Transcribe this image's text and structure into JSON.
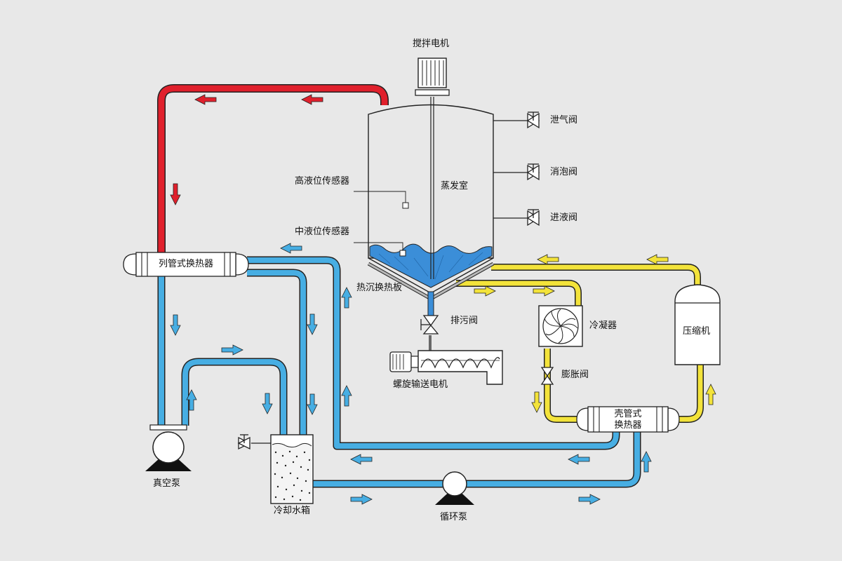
{
  "labels": {
    "stirrer_motor": "搅拌电机",
    "evaporation_chamber": "蒸发室",
    "high_level_sensor": "高液位传感器",
    "mid_level_sensor": "中液位传感器",
    "heat_sink_plate": "热沉换热板",
    "vent_valve": "泄气阀",
    "defoam_valve": "消泡阀",
    "inlet_valve": "进液阀",
    "drain_valve": "排污阀",
    "screw_motor": "螺旋输送电机",
    "condenser": "冷凝器",
    "expansion_valve": "膨胀阀",
    "compressor": "压缩机",
    "shell_tube_hx_line1": "壳管式",
    "shell_tube_hx_line2": "换热器",
    "tube_hx": "列管式换热器",
    "vacuum_pump": "真空泵",
    "cooling_tank": "冷却水箱",
    "circulation_pump": "循环泵"
  },
  "colors": {
    "hot_vapor_line": "#e0202c",
    "cooling_water_line": "#47aee3",
    "refrigerant_line": "#f3e33a",
    "liquid": "#3b8ed8",
    "outline": "#222222",
    "background": "#e8e8e8"
  }
}
